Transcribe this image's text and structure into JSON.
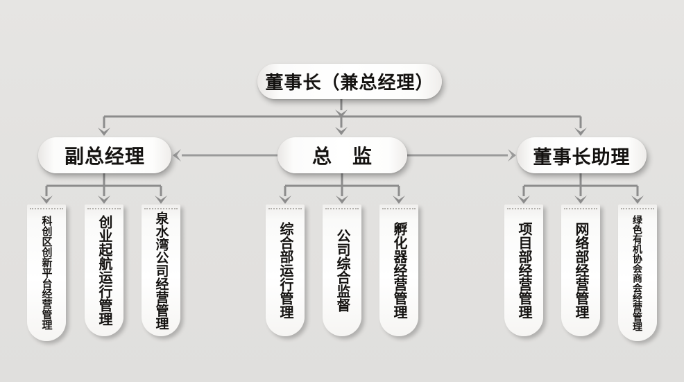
{
  "palette": {
    "background": "#e3e2e0",
    "node_fill": "#ffffff",
    "connector": "#8c8c8c",
    "side_arrow": "#9a9a9a",
    "perforation": "#b2afab",
    "text": "#141210"
  },
  "org": {
    "root": {
      "label": "董事长（兼总经理）"
    },
    "managers": {
      "vice_gm": {
        "label": "副总经理"
      },
      "director": {
        "label": "总　监"
      },
      "assistant": {
        "label": "董事长助理"
      }
    },
    "departments": {
      "vice_gm": [
        "科创区创新平台经营管理",
        "创业起航运行管理",
        "泉水湾公司经营管理"
      ],
      "director": [
        "综合部运行管理",
        "公司综合监督",
        "孵化器经营管理"
      ],
      "assistant": [
        "项目部经营管理",
        "网络部经营管理",
        "绿色有机协会商会经营管理"
      ]
    }
  }
}
